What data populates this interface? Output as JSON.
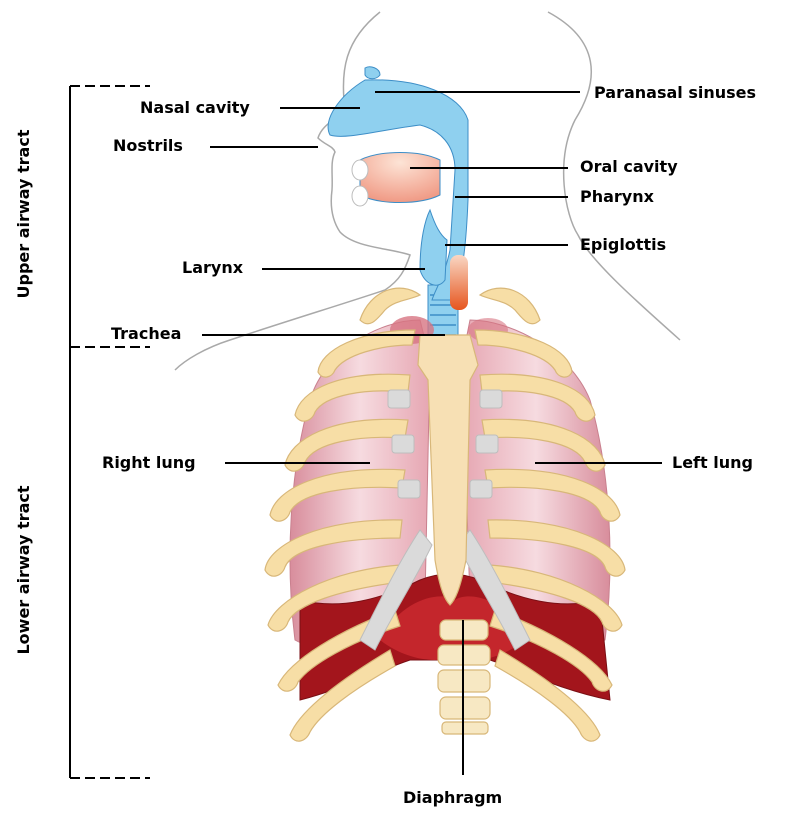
{
  "diagram": {
    "labels": {
      "nasal_cavity": "Nasal cavity",
      "nostrils": "Nostrils",
      "paranasal_sinuses": "Paranasal sinuses",
      "oral_cavity": "Oral cavity",
      "pharynx": "Pharynx",
      "epiglottis": "Epiglottis",
      "larynx": "Larynx",
      "trachea": "Trachea",
      "right_lung": "Right lung",
      "left_lung": "Left lung",
      "diaphragm": "Diaphragm"
    },
    "groups": {
      "upper_airway": "Upper airway tract",
      "lower_airway": "Lower airway tract"
    }
  },
  "colors": {
    "airway_blue": "#8fd0ef",
    "airway_outline": "#3d8ec7",
    "bone": "#f7dea6",
    "bone_outline": "#d8b779",
    "cartilage": "#dadada",
    "lung_pink": "#e8a7b3",
    "lung_light": "#f6dbe0",
    "diaphragm_red": "#a3151c",
    "outline_gray": "#a9a9a9"
  }
}
